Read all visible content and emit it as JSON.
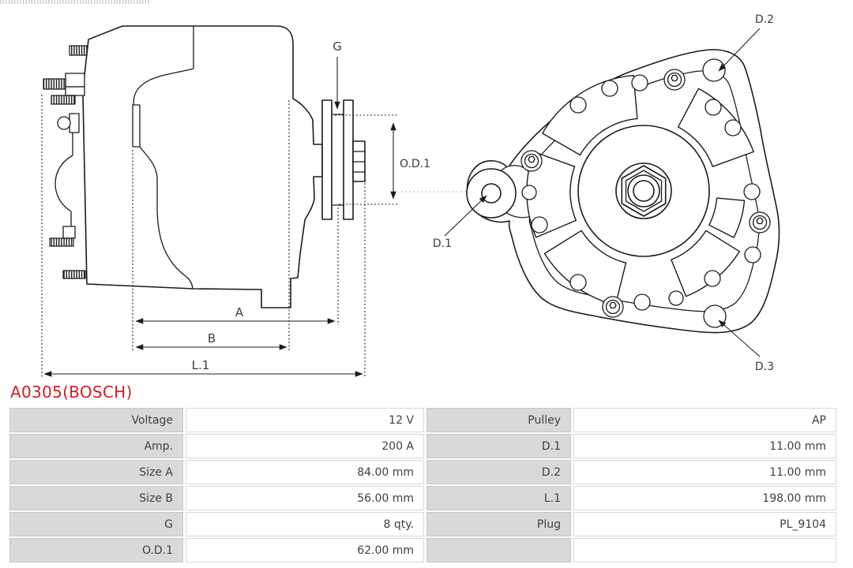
{
  "part": {
    "code": "A0305(BOSCH)"
  },
  "colors": {
    "accent_red": "#cb2027",
    "line": "#1b1b1b",
    "dim_text": "#3c3c3c",
    "table_label_bg": "#d9d9d9",
    "table_label_border": "#c6c6c6",
    "table_value_border": "#d8d8d8"
  },
  "diagram": {
    "side_view": {
      "g": "G",
      "od1": "O.D.1",
      "a": "A",
      "b": "B",
      "l1": "L.1"
    },
    "front_view": {
      "d1": "D.1",
      "d2": "D.2",
      "d3": "D.3"
    }
  },
  "table": {
    "rows": [
      {
        "label": "Voltage",
        "value": "12 V",
        "label2": "Pulley",
        "value2": "AP"
      },
      {
        "label": "Amp.",
        "value": "200 A",
        "label2": "D.1",
        "value2": "11.00 mm"
      },
      {
        "label": "Size A",
        "value": "84.00 mm",
        "label2": "D.2",
        "value2": "11.00 mm"
      },
      {
        "label": "Size B",
        "value": "56.00 mm",
        "label2": "L.1",
        "value2": "198.00 mm"
      },
      {
        "label": "G",
        "value": "8 qty.",
        "label2": "Plug",
        "value2": "PL_9104"
      },
      {
        "label": "O.D.1",
        "value": "62.00 mm",
        "label2": "",
        "value2": ""
      }
    ]
  }
}
